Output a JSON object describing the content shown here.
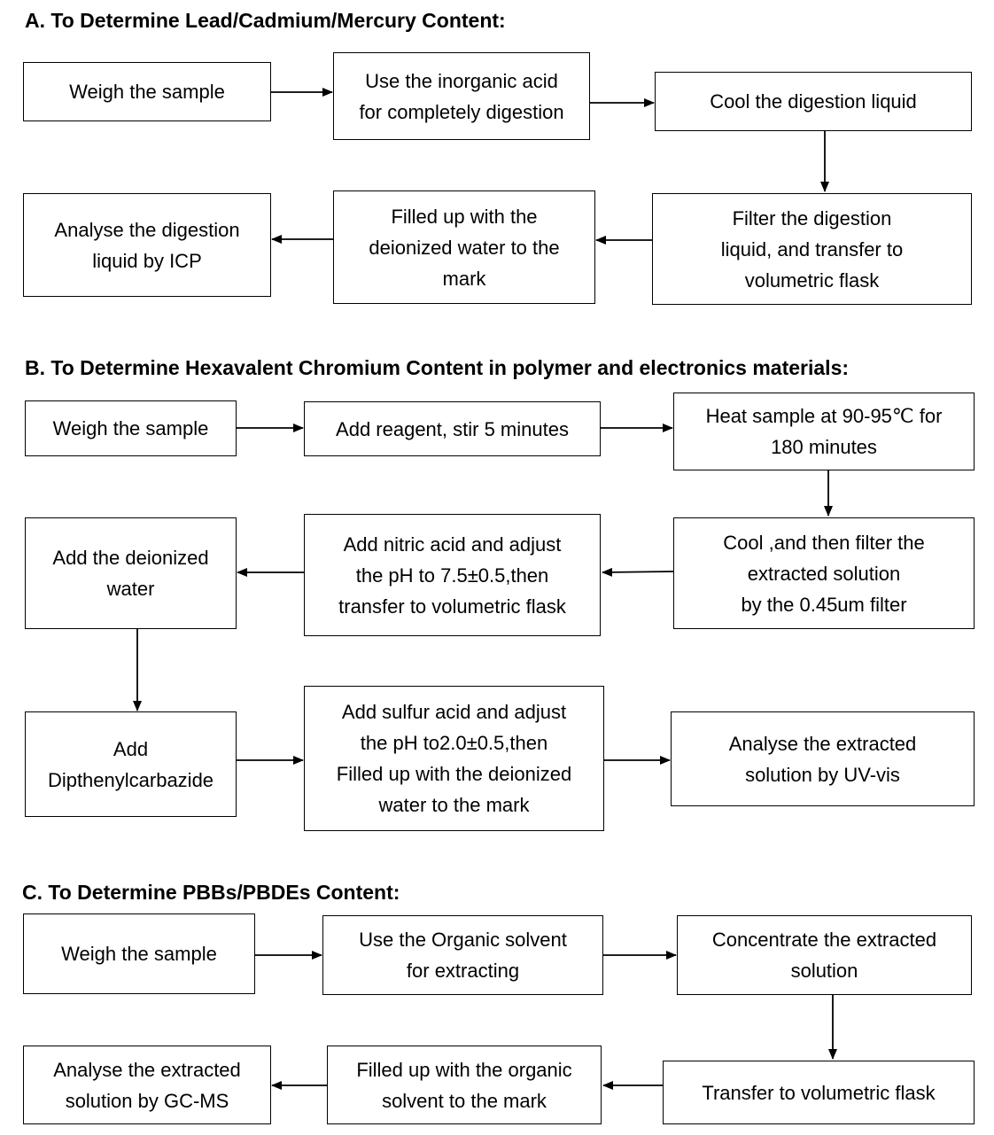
{
  "sections": [
    {
      "heading": "A.  To Determine Lead/Cadmium/Mercury Content:",
      "steps": [
        [
          "Weigh the sample"
        ],
        [
          "Use the inorganic acid",
          "for completely digestion"
        ],
        [
          "Cool the digestion liquid"
        ],
        [
          "Filter the digestion",
          "liquid, and transfer to",
          "volumetric flask"
        ],
        [
          "Filled up with the",
          "deionized water to the",
          "mark"
        ],
        [
          "Analyse the digestion",
          "liquid by ICP"
        ]
      ]
    },
    {
      "heading": "B.  To Determine Hexavalent Chromium Content in polymer and electronics materials:",
      "steps": [
        [
          "Weigh the sample"
        ],
        [
          "Add reagent, stir 5 minutes"
        ],
        [
          "Heat sample at 90-95℃ for",
          "180 minutes"
        ],
        [
          "Cool ,and then filter the",
          "extracted solution",
          "by the 0.45um filter"
        ],
        [
          "Add nitric acid and adjust",
          "the pH to 7.5±0.5,then",
          "transfer to volumetric flask"
        ],
        [
          "Add the deionized",
          "water"
        ],
        [
          "Add",
          "Dipthenylcarbazide"
        ],
        [
          "Add sulfur acid and adjust",
          "the pH to2.0±0.5,then",
          "Filled up with the deionized",
          "water to the mark"
        ],
        [
          "Analyse the extracted",
          "solution by UV-vis"
        ]
      ]
    },
    {
      "heading": "C.  To Determine PBBs/PBDEs Content:",
      "steps": [
        [
          "Weigh the sample"
        ],
        [
          "Use the Organic solvent",
          "for extracting"
        ],
        [
          "Concentrate the extracted",
          "solution"
        ],
        [
          "Transfer to volumetric flask"
        ],
        [
          "Filled up with the organic",
          "solvent to the mark"
        ],
        [
          "Analyse the extracted",
          "solution by GC-MS"
        ]
      ]
    }
  ]
}
